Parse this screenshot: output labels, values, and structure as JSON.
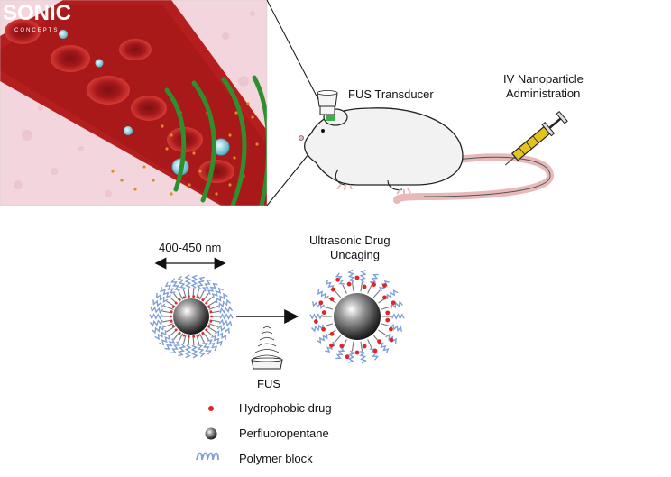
{
  "logo": {
    "main": "SONIC",
    "sub": "CONCEPTS"
  },
  "labels": {
    "fus_transducer": "FUS Transducer",
    "iv_line1": "IV Nanoparticle",
    "iv_line2": "Administration",
    "size": "400-450 nm",
    "uncaging_line1": "Ultrasonic Drug",
    "uncaging_line2": "Uncaging",
    "fus": "FUS"
  },
  "legend": [
    {
      "icon": "red-dot-icon",
      "label": "Hydrophobic drug"
    },
    {
      "icon": "grey-sphere-icon",
      "label": "Perfluoropentane"
    },
    {
      "icon": "polymer-coil-icon",
      "label": "Polymer block"
    }
  ],
  "colors": {
    "tissue": "#f3d8de",
    "vessel": "#a81c1c",
    "rbc": "#c9282a",
    "ultrasound_wave": "#2e8b2e",
    "drug": "#e0262a",
    "polymer": "#7f9fd8",
    "syringe": "#e5c21b"
  }
}
